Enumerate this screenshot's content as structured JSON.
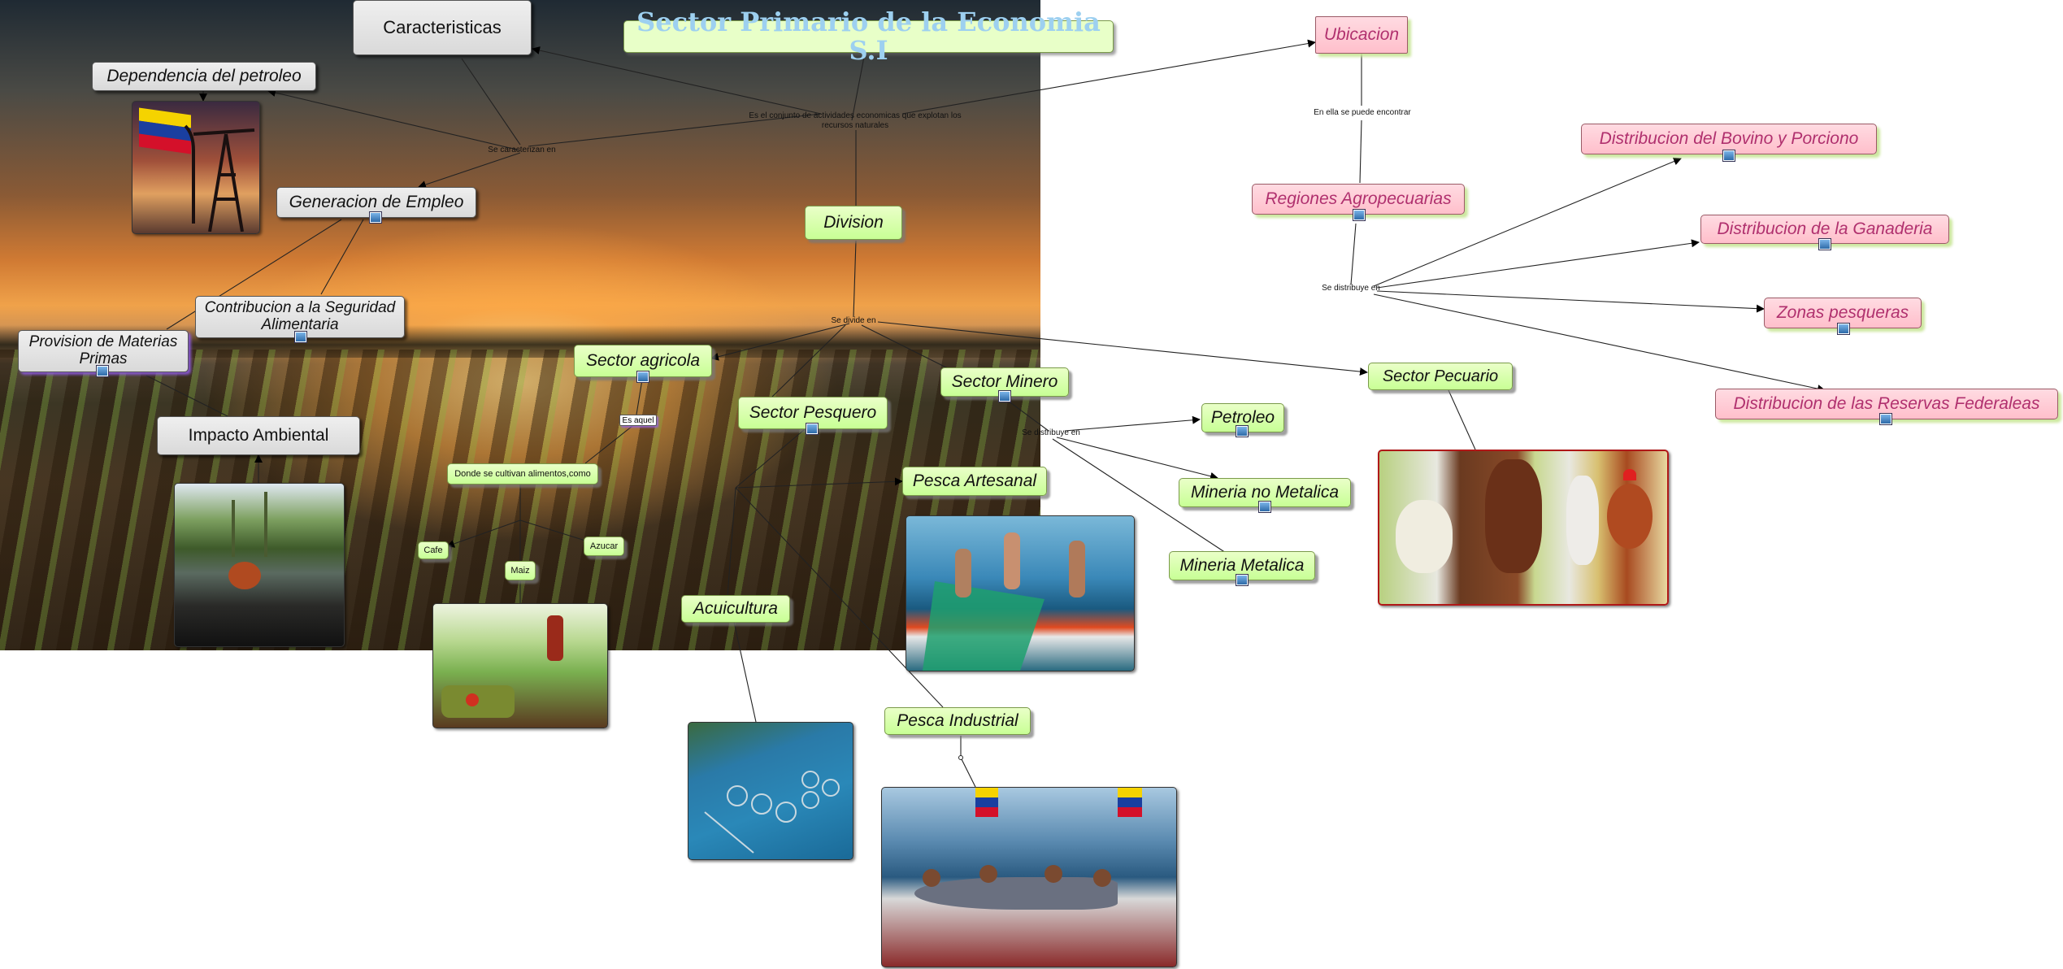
{
  "title": "Sector Primario de la Economia S.I",
  "nodes": {
    "caracteristicas": "Caracteristicas",
    "dependencia": "Dependencia del petroleo",
    "empleo": "Generacion de Empleo",
    "seguridad": "Contribucion a la Seguridad Alimentaria",
    "materias": "Provision de Materias Primas",
    "impacto": "Impacto Ambiental",
    "division": "Division",
    "agricola": "Sector agricola",
    "pesquero": "Sector Pesquero",
    "minero": "Sector Minero",
    "pecuario": "Sector Pecuario",
    "petroleo": "Petroleo",
    "no_metalica": "Mineria no Metalica",
    "metalica": "Mineria Metalica",
    "artesanal": "Pesca Artesanal",
    "acuicultura": "Acuicultura",
    "industrial": "Pesca Industrial",
    "cultivan": "Donde se cultivan alimentos,como",
    "cafe": "Cafe",
    "maiz": "Maiz",
    "azucar": "Azucar",
    "es_aquel": "Es aquel",
    "ubicacion": "Ubicacion",
    "regiones": "Regiones Agropecuarias",
    "bovino": "Distribucion del Bovino y Porciono",
    "ganaderia": "Distribucion de la Ganaderia",
    "zonas": "Zonas pesqueras",
    "reservas": "Distribucion de las Reservas Federaleas"
  },
  "links": {
    "conjunto": "Es el conjunto de actividades economicas que explotan los recursos naturales",
    "caracterizan": "Se caracterizan en",
    "divide": "Se divide en",
    "distribuye_minero": "Se distribuye en",
    "encontrar": "En ella se puede encontrar",
    "distribuye_regiones": "Se distribuye en"
  },
  "images": {
    "oil": "venezuela-flag-oil-pump",
    "pollution": "oil-spill-river",
    "farm": "farmer-vegetables",
    "fishermen": "fishermen-net",
    "fishfarm": "fish-farm-cages",
    "industrial": "fishermen-catch-flags",
    "animals": "sheep-cow-goat-hen"
  },
  "colors": {
    "green": "#c8ff95",
    "pink": "#ffbfcb",
    "gray": "#e0e0e0",
    "title_text": "#9dd0f0",
    "pink_text": "#b0306e"
  }
}
